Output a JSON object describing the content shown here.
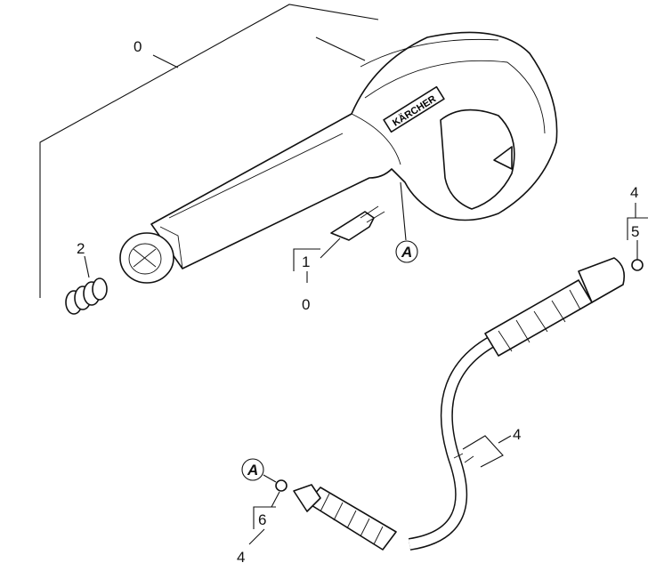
{
  "diagram": {
    "brand": "KÄRCHER",
    "labels": {
      "gun_group": "0",
      "spring": "2",
      "clip": "1",
      "clip_group": "0",
      "ref_a_top": "A",
      "hose_nut_group": "4",
      "oring_top": "5",
      "hose": "4",
      "ref_a_bottom": "A",
      "oring_bottom": "6",
      "hose_end_group": "4"
    }
  }
}
